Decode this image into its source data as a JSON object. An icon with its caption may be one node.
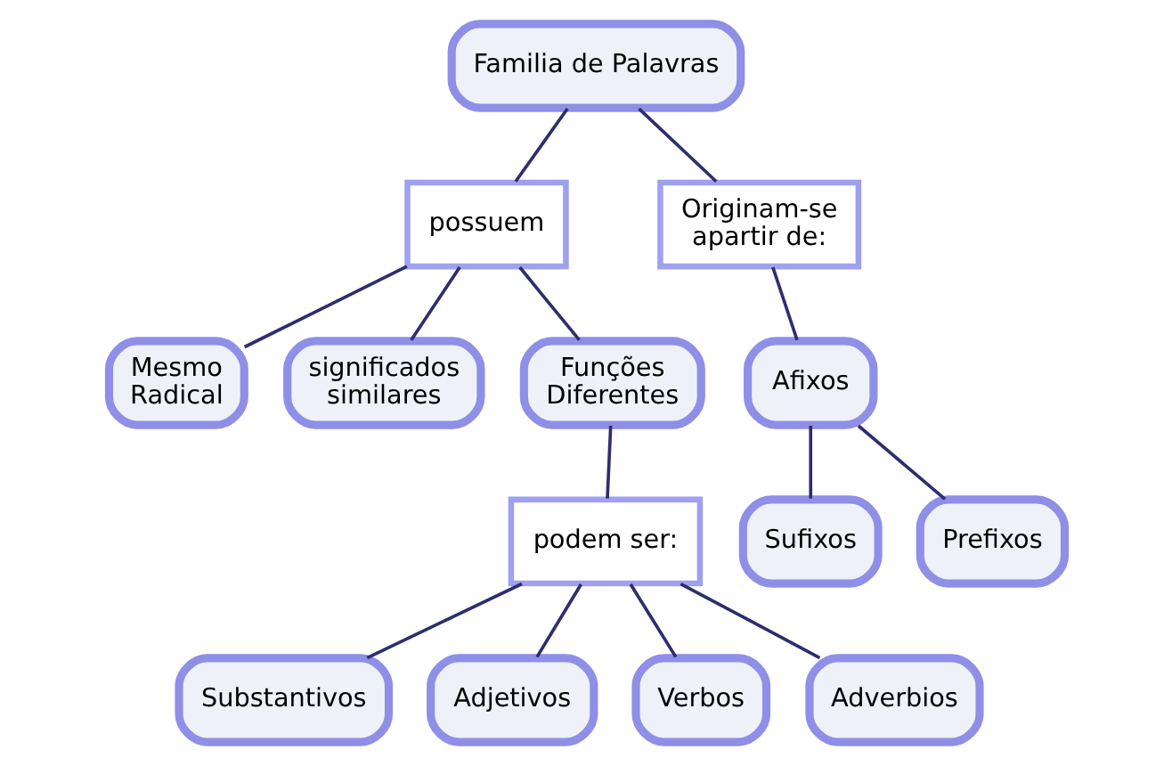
{
  "diagram": {
    "nodes": [
      {
        "text": [
          "Familia de Palavras"
        ]
      },
      {
        "text": [
          "possuem"
        ]
      },
      {
        "text": [
          "Originam-se apartir de:"
        ]
      },
      {
        "text": [
          "Mesmo Radical"
        ]
      },
      {
        "text": [
          "significados similares"
        ]
      },
      {
        "text": [
          "Funções Diferentes"
        ]
      },
      {
        "text": [
          "podem ser:"
        ]
      },
      {
        "text": [
          "Substantivos"
        ]
      },
      {
        "text": [
          "Adjetivos"
        ]
      },
      {
        "text": [
          "Verbos"
        ]
      },
      {
        "text": [
          "Adverbios"
        ]
      },
      {
        "text": [
          "Afixos"
        ]
      },
      {
        "text": [
          "Sufixos"
        ]
      },
      {
        "text": [
          "Prefixos"
        ]
      }
    ],
    "edges": [
      {
        "from": 0,
        "to": 1,
        "arrow": "none"
      },
      {
        "from": 0,
        "to": 2,
        "arrow": "none"
      },
      {
        "from": 1,
        "to": 3,
        "arrow": "none"
      },
      {
        "from": 1,
        "to": 4,
        "arrow": "none"
      },
      {
        "from": 1,
        "to": 5,
        "arrow": "none"
      },
      {
        "from": 5,
        "to": 6,
        "arrow": "none"
      },
      {
        "from": 6,
        "to": 7,
        "arrow": "none"
      },
      {
        "from": 6,
        "to": 8,
        "arrow": "none"
      },
      {
        "from": 6,
        "to": 9,
        "arrow": "none"
      },
      {
        "from": 6,
        "to": 10,
        "arrow": "none"
      },
      {
        "from": 2,
        "to": 11,
        "arrow": "none"
      },
      {
        "from": 11,
        "to": 12,
        "arrow": "none"
      },
      {
        "from": 11,
        "to": 13,
        "arrow": "none"
      }
    ]
  }
}
